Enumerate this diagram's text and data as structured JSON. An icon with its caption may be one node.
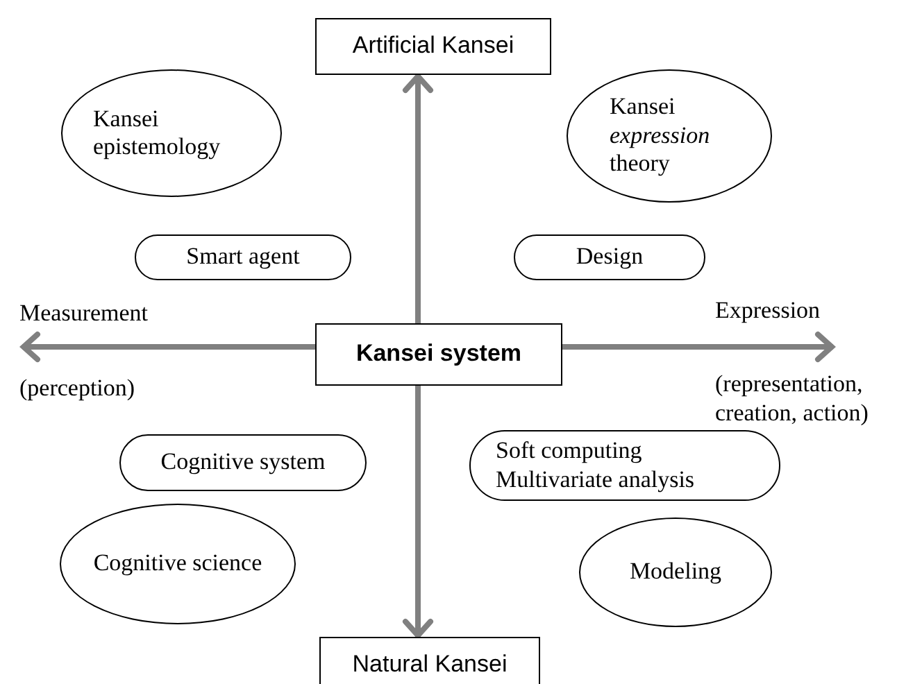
{
  "diagram": {
    "nodes": [
      {
        "text": [
          "Artificial Kansei"
        ]
      },
      {
        "text": [
          "Kansei epistemology"
        ]
      },
      {
        "text": [
          "Kansei *expression* theory"
        ]
      },
      {
        "text": [
          "Smart agent"
        ]
      },
      {
        "text": [
          "Design"
        ]
      },
      {
        "text": [
          "Measurement",
          "(perception)"
        ]
      },
      {
        "text": [
          "Expression",
          "(representation, creation, action)"
        ]
      },
      {
        "text": [
          "Kansei system"
        ]
      },
      {
        "text": [
          "Cognitive system"
        ]
      },
      {
        "text": [
          "Soft computing",
          "Multivariate analysis"
        ]
      },
      {
        "text": [
          "Cognitive science"
        ]
      },
      {
        "text": [
          "Modeling"
        ]
      },
      {
        "text": [
          "Natural Kansei"
        ]
      }
    ],
    "edges": [
      {
        "from": 7,
        "to": 0,
        "arrow": "to"
      },
      {
        "from": 7,
        "to": 5,
        "arrow": "to"
      },
      {
        "from": 7,
        "to": 6,
        "arrow": "to"
      },
      {
        "from": 7,
        "to": 12,
        "arrow": "to"
      }
    ]
  }
}
